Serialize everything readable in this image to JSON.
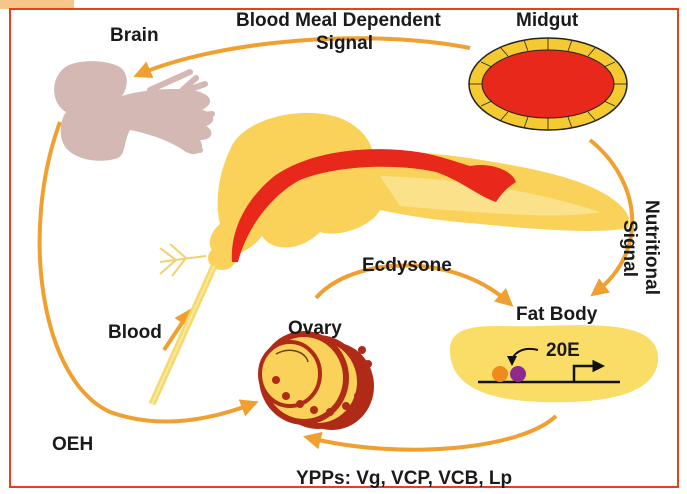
{
  "labels": {
    "blood_meal_line1": "Blood Meal Dependent",
    "blood_meal_line2": "Signal",
    "brain": "Brain",
    "midgut": "Midgut",
    "nutritional": "Nutritional",
    "signal": "Signal",
    "ecdysone": "Ecdysone",
    "fat_body": "Fat Body",
    "hormone_20e": "20E",
    "ovary": "Ovary",
    "blood": "Blood",
    "oeh": "OEH",
    "ypps": "YPPs: Vg, VCP, VCB, Lp"
  },
  "colors": {
    "frame": "#e8401c",
    "arrow": "#f0a030",
    "body_fill": "#fad25a",
    "body_light": "#fbe28a",
    "gut_red": "#e8281a",
    "brain_fill": "#d3b8b4",
    "midgut_red": "#e8281a",
    "midgut_rim": "#f5c930",
    "ovary_dark": "#b02a18",
    "fat_body_fill": "#f9dd66",
    "dot_orange": "#ef8a1c",
    "dot_purple": "#8e2a8e",
    "text": "#1a1a1a"
  },
  "icons": [
    "brain-shape",
    "midgut-shape",
    "mosquito-body",
    "ovary-shape",
    "fat-body-shape"
  ]
}
